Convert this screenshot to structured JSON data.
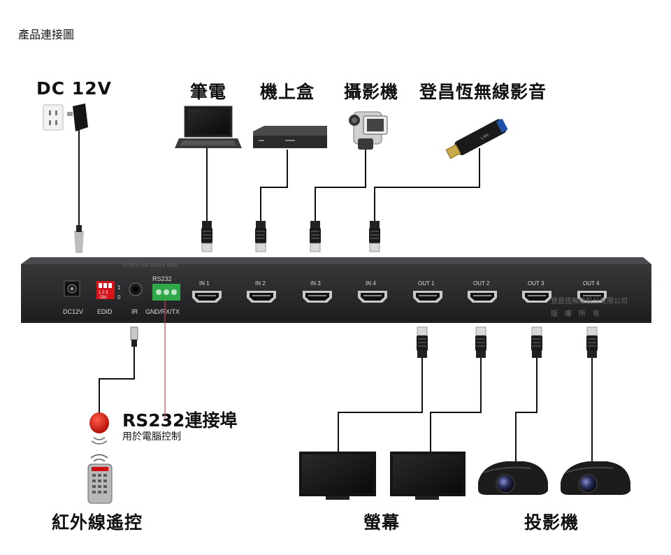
{
  "page_title": "產品連接圖",
  "sources": {
    "power": "DC 12V",
    "laptop": "筆電",
    "settop": "機上盒",
    "camcorder": "攝影機",
    "dongle": "登昌恆無線影音"
  },
  "device": {
    "port_dc": "DC12V",
    "port_edid": "EDID",
    "dip_numbers": "1 2 3",
    "dip_on": "ON",
    "dip_1": "1",
    "dip_0": "0",
    "port_ir": "IR",
    "rs232_top": "RS232",
    "rs232_bottom": "GND/RX/TX",
    "inputs": [
      "IN 1",
      "IN 2",
      "IN 3",
      "IN 4"
    ],
    "outputs": [
      "OUT 1",
      "OUT 2",
      "OUT 3",
      "OUT 4"
    ],
    "watermark_company": "登昌恆無線股份有限公司",
    "watermark_rights": "版　權　所　有"
  },
  "rs232_callout": {
    "title": "RS232連接埠",
    "subtitle": "用於電腦控制"
  },
  "bottom_labels": {
    "remote": "紅外線遙控",
    "monitors": "螢幕",
    "projectors": "投影機"
  }
}
